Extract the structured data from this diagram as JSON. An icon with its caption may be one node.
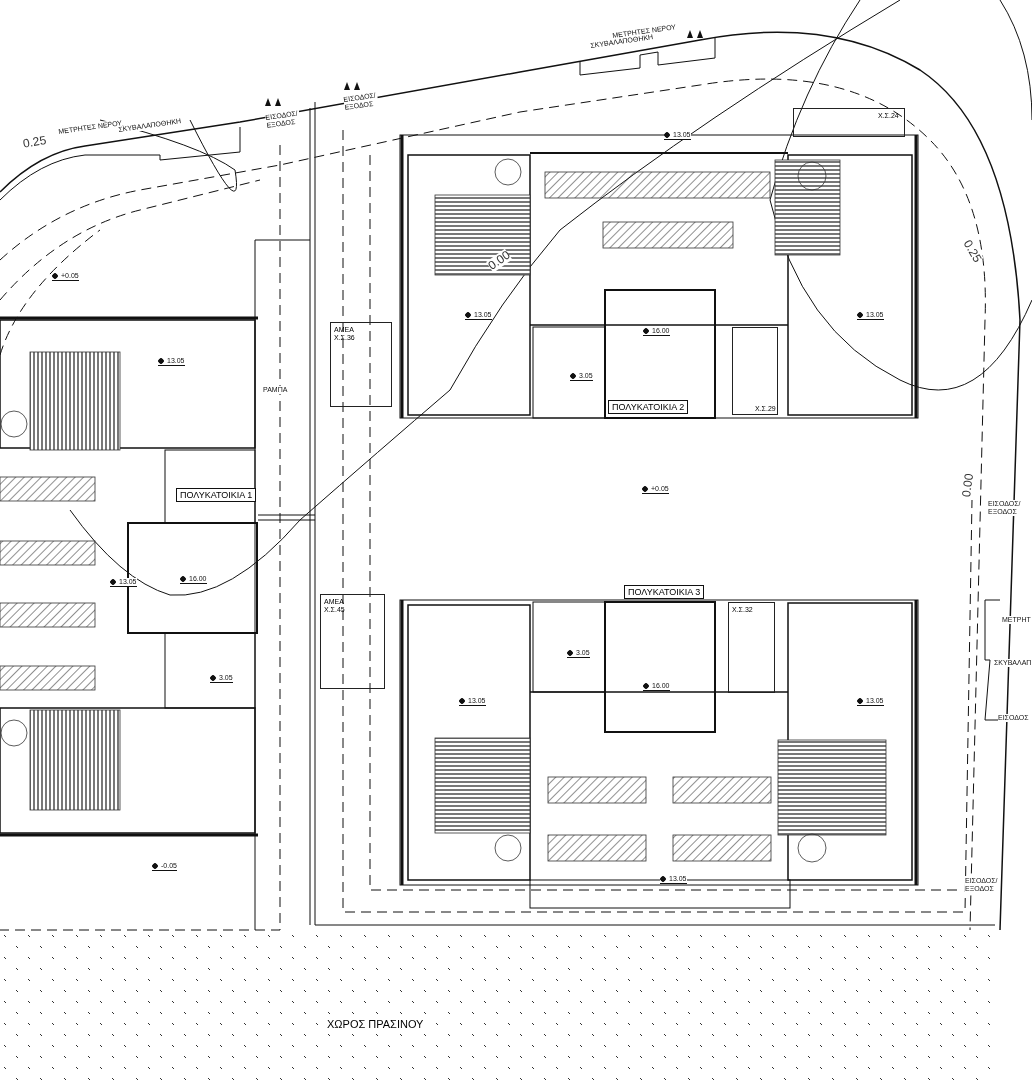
{
  "diagram": {
    "nodes": [
      {
        "text": [
          "Χ.Σ.24"
        ]
      },
      {
        "text": [
          "ΑΜΕΑ Χ.Σ.36"
        ]
      },
      {
        "text": [
          "ΠΟΛΥΚΑΤΟΙΚΙΑ 2"
        ]
      },
      {
        "text": [
          "Χ.Σ.29"
        ]
      },
      {
        "text": [
          "ΠΟΛΥΚΑΤΟΙΚΙΑ 1"
        ]
      },
      {
        "text": [
          "ΠΟΛΥΚΑΤΟΙΚΙΑ 3"
        ]
      },
      {
        "text": [
          "ΑΜΕΑ Χ.Σ.45"
        ]
      },
      {
        "text": [
          "Χ.Σ.32"
        ]
      },
      {
        "text": [
          "ΧΩΡΟΣ ΠΡΑΣΙΝΟΥ"
        ]
      }
    ],
    "labels": [
      "ΜΕΤΡΗΤΕΣ ΝΕΡΟΥ",
      "ΣΚΥΒΑΛΑΠΟΘΗΚΗ",
      "ΕΙΣΟΔΟΣ/ ΕΞΟΔΟΣ",
      "ΕΙΣΟΔΟΣ/ ΕΞΟΔΟΣ",
      "ΜΕΤΡΗΤΕΣ ΝΕΡΟΥ",
      "ΣΚΥΒΑΛΑΠΟΘΗΚΗ",
      "13.05",
      "0.25",
      "0.00",
      "0.25",
      "+0.05",
      "13.05",
      "13.05",
      "16.00",
      "13.05",
      "3.05",
      "ΡΑΜΠΑ",
      "+0.05",
      "0.00",
      "ΕΙΣΟΔΟΣ/ ΕΞΟΔΟΣ",
      "13.05",
      "16.00",
      "ΜΕΤΡΗΤ",
      "3.05",
      "ΣΚΥΒΑΛΑΠ",
      "3.05",
      "16.00",
      "13.05",
      "13.05",
      "ΕΙΣΟΔΟΣ",
      "-0.05",
      "13.05",
      "ΕΙΣΟΔΟΣ/ ΕΞΟΔΟΣ"
    ]
  }
}
